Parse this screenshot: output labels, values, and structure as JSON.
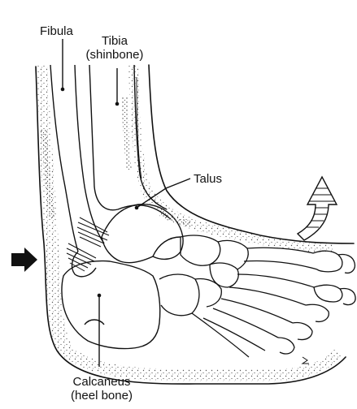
{
  "labels": {
    "fibula": "Fibula",
    "tibia_line1": "Tibia",
    "tibia_line2": "(shinbone)",
    "talus": "Talus",
    "calcaneus_line1": "Calcaneus",
    "calcaneus_line2": "(heel bone)"
  },
  "colors": {
    "ink": "#111111",
    "stipple": "#555555",
    "background": "#ffffff"
  },
  "icons": {
    "force_arrow": "arrow-right-icon",
    "motion_arrow": "curved-arrow-up-icon"
  }
}
